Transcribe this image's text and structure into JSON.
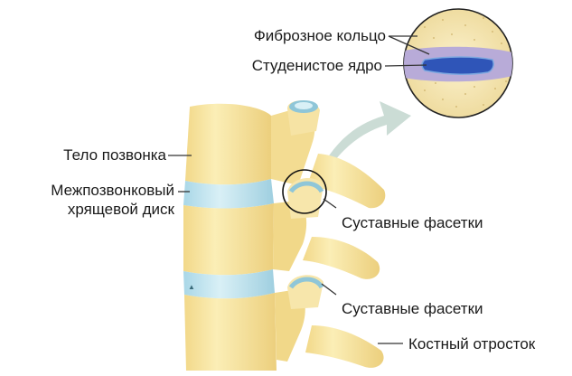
{
  "labels": {
    "fibrous_ring": "Фиброзное кольцо",
    "nucleus": "Студенистое ядро",
    "vertebral_body": "Тело позвонка",
    "disc_line1": "Межпозвонковый",
    "disc_line2": "хрящевой диск",
    "facets_upper": "Суставные фасетки",
    "facets_lower": "Суставные фасетки",
    "bony_process": "Костный отросток"
  },
  "colors": {
    "bone": "#f8e6a0",
    "bone_shadow": "#e3c777",
    "disc": "#bfe3ee",
    "disc_shadow": "#8fc6d8",
    "nucleus": "#2f55b8",
    "ring": "#b6a7d6",
    "leader_line": "#333333",
    "arrow": "#c8d9d2"
  },
  "icons": {
    "zoom_circle": "magnifier-circle",
    "arrow": "curved-arrow-icon"
  }
}
